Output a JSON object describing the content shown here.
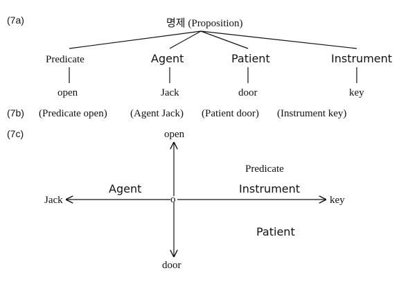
{
  "section_a": {
    "label": "(7a)",
    "root": "명제 (Proposition)",
    "children": [
      {
        "role": "Predicate",
        "filler": "open"
      },
      {
        "role": "Agent",
        "filler": "Jack"
      },
      {
        "role": "Patient",
        "filler": "door"
      },
      {
        "role": "Instrument",
        "filler": "key"
      }
    ]
  },
  "section_b": {
    "label": "(7b)",
    "items": [
      "(Predicate open)",
      "(Agent Jack)",
      "(Patient door)",
      "(Instrument key)"
    ]
  },
  "section_c": {
    "label": "(7c)",
    "center": "o",
    "up": "open",
    "left": "Jack",
    "right": "key",
    "down": "door",
    "predicate": "Predicate",
    "agent": "Agent",
    "instrument": "Instrument",
    "patient": "Patient"
  }
}
